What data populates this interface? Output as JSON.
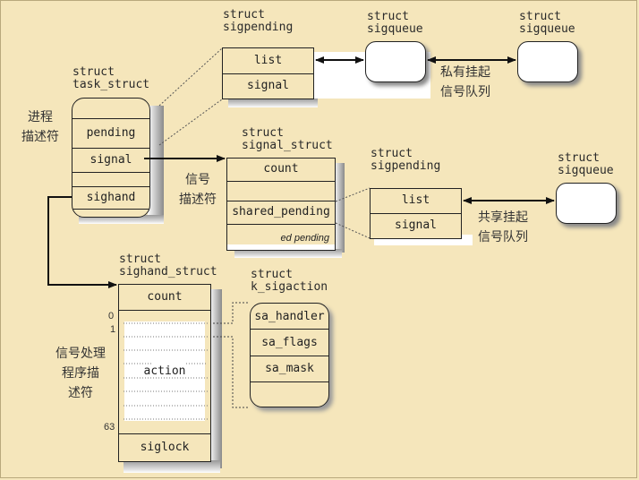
{
  "structs": {
    "task_struct": {
      "title": "struct\ntask_struct",
      "description": "进程\n描述符",
      "fields": [
        "",
        "pending",
        "signal",
        "",
        "sighand",
        ""
      ]
    },
    "sigpending_private": {
      "title": "struct\nsigpending",
      "fields": [
        "list",
        "signal"
      ]
    },
    "sigqueue_private_1": {
      "title": "struct\nsigqueue"
    },
    "sigqueue_private_2": {
      "title": "struct\nsigqueue"
    },
    "private_queue_label": "私有挂起\n信号队列",
    "signal_struct": {
      "title": "struct\nsignal_struct",
      "description": "信号\n描述符",
      "fields": [
        "count",
        "",
        "shared_pending",
        "ed pending"
      ]
    },
    "sigpending_shared": {
      "title": "struct\nsigpending",
      "fields": [
        "list",
        "signal"
      ]
    },
    "sigqueue_shared": {
      "title": "struct\nsigqueue"
    },
    "shared_queue_label": "共享挂起\n信号队列",
    "sighand_struct": {
      "title": "struct\nsighand_struct",
      "description": "信号处理\n程序描\n述符",
      "fields": [
        "count",
        "action",
        "siglock"
      ],
      "index_labels": [
        "0",
        "1",
        "63"
      ]
    },
    "k_sigaction": {
      "title": "struct\nk_sigaction",
      "fields": [
        "sa_handler",
        "sa_flags",
        "sa_mask",
        ""
      ]
    }
  }
}
